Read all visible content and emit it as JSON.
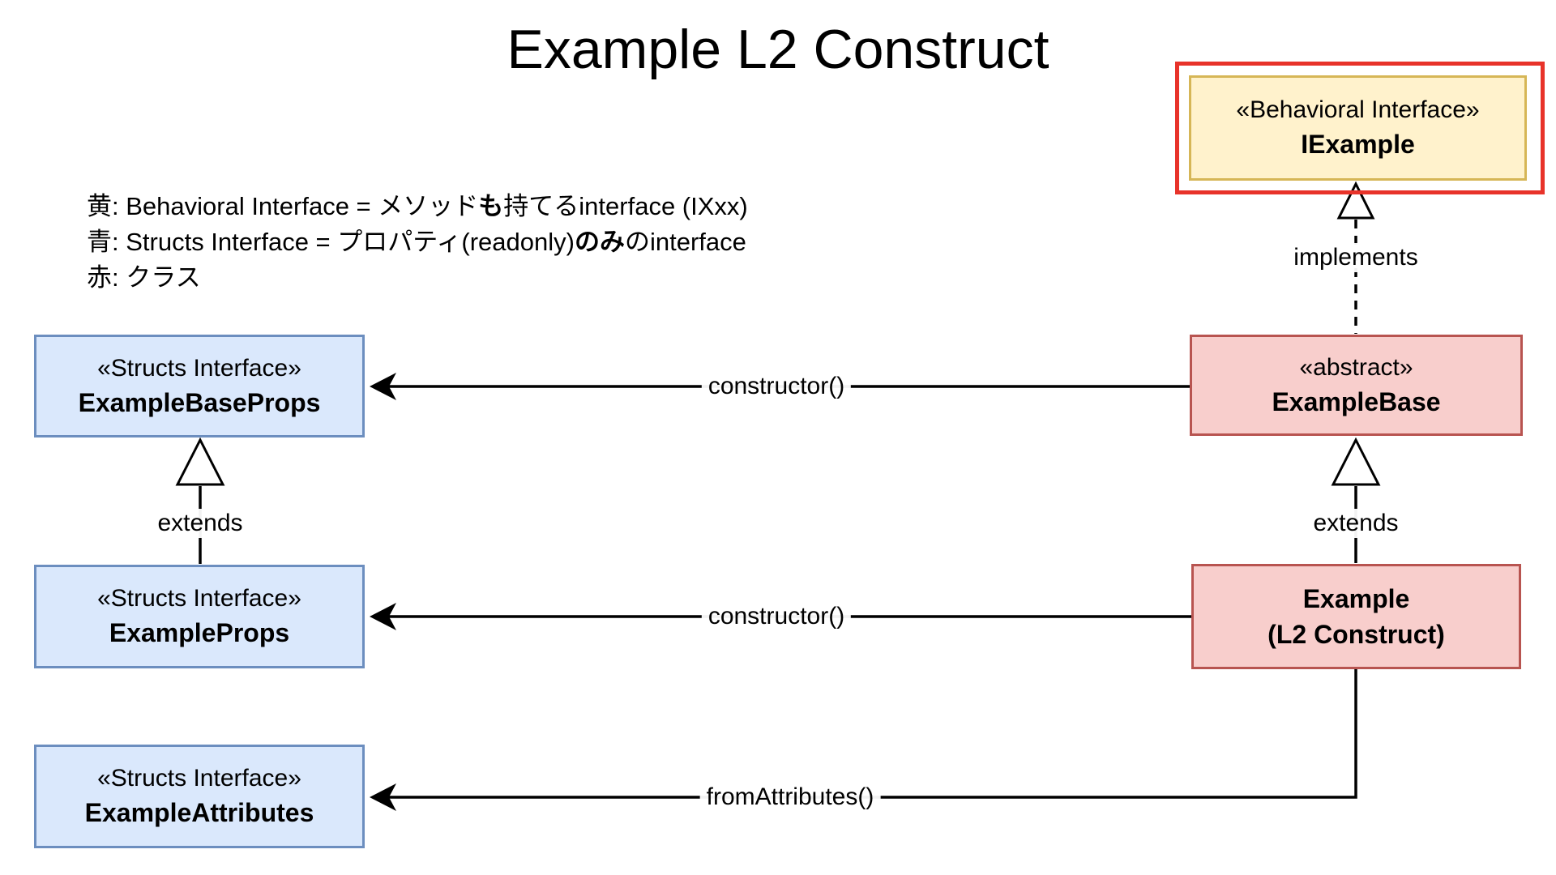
{
  "title": "Example L2 Construct",
  "legend": {
    "lines": [
      {
        "pre": "黄: Behavioral Interface = メソッド",
        "bold": "も",
        "post": "持てるinterface (IXxx)"
      },
      {
        "pre": "青: Structs Interface = プロパティ(readonly)",
        "bold": "のみ",
        "post": "のinterface"
      },
      {
        "pre": "赤: クラス",
        "bold": "",
        "post": ""
      }
    ]
  },
  "nodes": {
    "iexample": {
      "stereotype": "«Behavioral Interface»",
      "name": "IExample"
    },
    "example_base": {
      "stereotype": "«abstract»",
      "name": "ExampleBase"
    },
    "example": {
      "line1": "Example",
      "line2": "(L2 Construct)"
    },
    "example_base_props": {
      "stereotype": "«Structs Interface»",
      "name": "ExampleBaseProps"
    },
    "example_props": {
      "stereotype": "«Structs Interface»",
      "name": "ExampleProps"
    },
    "example_attributes": {
      "stereotype": "«Structs Interface»",
      "name": "ExampleAttributes"
    }
  },
  "edges": {
    "implements": {
      "label": "implements",
      "style": "dashed",
      "head": "hollow-triangle"
    },
    "extends_left": {
      "label": "extends",
      "style": "solid",
      "head": "hollow-triangle"
    },
    "extends_right": {
      "label": "extends",
      "style": "solid",
      "head": "hollow-triangle"
    },
    "constructor_top": {
      "label": "constructor()",
      "style": "solid",
      "head": "filled-arrow"
    },
    "constructor_bottom": {
      "label": "constructor()",
      "style": "solid",
      "head": "filled-arrow"
    },
    "from_attributes": {
      "label": "fromAttributes()",
      "style": "solid",
      "head": "filled-arrow"
    }
  },
  "colors": {
    "yellow_fill": "#fff2cc",
    "yellow_border": "#d6b656",
    "blue_fill": "#dae8fc",
    "blue_border": "#6c8ebf",
    "red_fill": "#f8cecc",
    "red_border": "#b85450",
    "highlight_red": "#e8332a",
    "edge_black": "#000000"
  }
}
